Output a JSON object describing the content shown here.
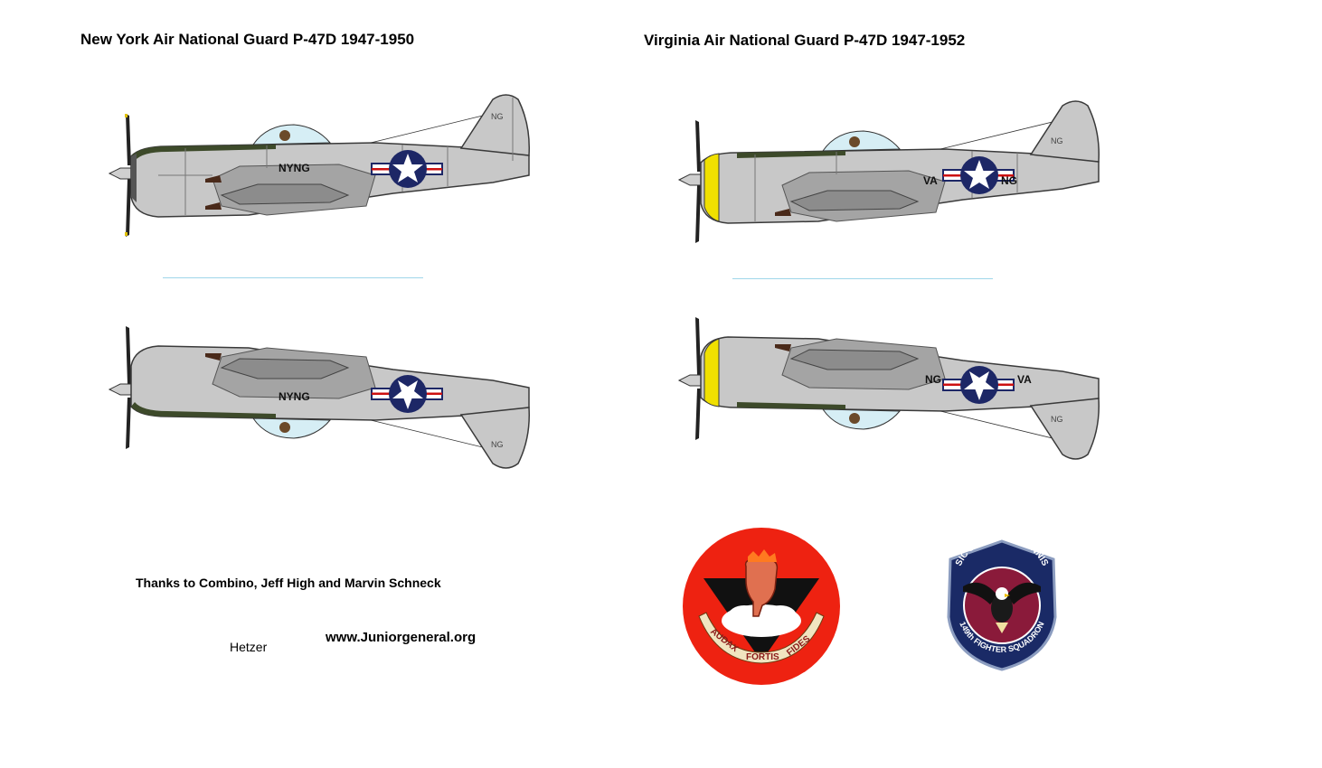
{
  "titles": {
    "left": "New York Air National Guard P-47D 1947-1950",
    "right": "Virginia Air National Guard P-47D 1947-1952"
  },
  "markings": {
    "ny_fuselage": "NYNG",
    "tail_code": "NG",
    "va_left": "VA",
    "va_right": "NG"
  },
  "credits": {
    "thanks": "Thanks to Combino, Jeff High and Marvin Schneck",
    "author": "Hetzer",
    "website": "www.Juniorgeneral.org"
  },
  "patches": {
    "va_motto": [
      "AUDAX",
      "FORTIS",
      "FIDES"
    ],
    "sq_motto": "SIC SEMPER TYRANNIS",
    "sq_name": "149th FIGHTER SQUADRON"
  },
  "colors": {
    "fuselage": "#c8c8c8",
    "panel": "#a4a4a4",
    "outline": "#3a3a3a",
    "anti_glare": "#3d4a2a",
    "roundel": "#1d2766",
    "bar_red": "#cc1111",
    "va_nose": "#f0e000",
    "canopy": "#d6eef5",
    "patch_red": "#ee2211",
    "patch_navy": "#1a2a66",
    "patch_maroon": "#8a1a3a"
  }
}
